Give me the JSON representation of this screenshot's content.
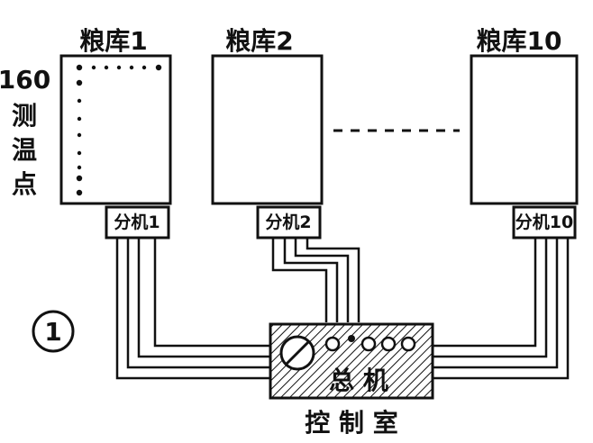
{
  "granaries": [
    {
      "title": "粮库1",
      "unit": "分机1"
    },
    {
      "title": "粮库2",
      "unit": "分机2"
    },
    {
      "title": "粮库10",
      "unit": "分机10"
    }
  ],
  "side_label_lines": [
    "160",
    "测",
    "温",
    "点"
  ],
  "figure_number": "1",
  "master_label": "总 机",
  "room_label": "控 制 室"
}
